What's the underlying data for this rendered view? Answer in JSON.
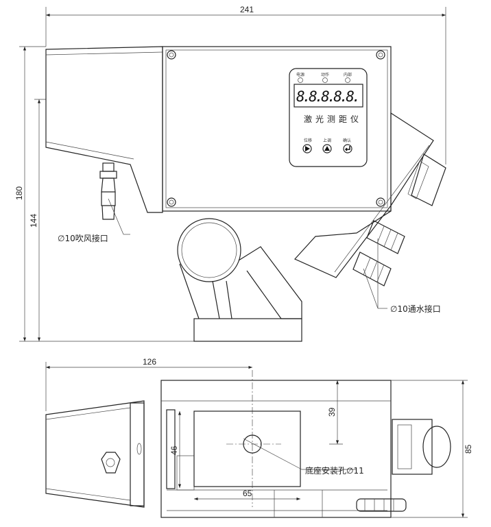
{
  "top_view": {
    "dim_width": "241",
    "dim_height": "180",
    "dim_height2": "144",
    "air_port_label": "∅10吹风接口",
    "water_port_label": "∅10通水接口",
    "panel": {
      "leds": [
        "电源",
        "动作",
        "内部"
      ],
      "display": "8.8.8.8.8.",
      "title": "激光测距仪",
      "buttons": [
        {
          "label": "位移",
          "icon": "play-right-icon"
        },
        {
          "label": "上调",
          "icon": "triangle-up-icon"
        },
        {
          "label": "确认",
          "icon": "enter-icon"
        }
      ]
    }
  },
  "bottom_view": {
    "dim_offset": "126",
    "dim_39": "39",
    "dim_46": "46",
    "dim_65": "65",
    "dim_85": "85",
    "hole_label": "底座安装孔∅11"
  }
}
